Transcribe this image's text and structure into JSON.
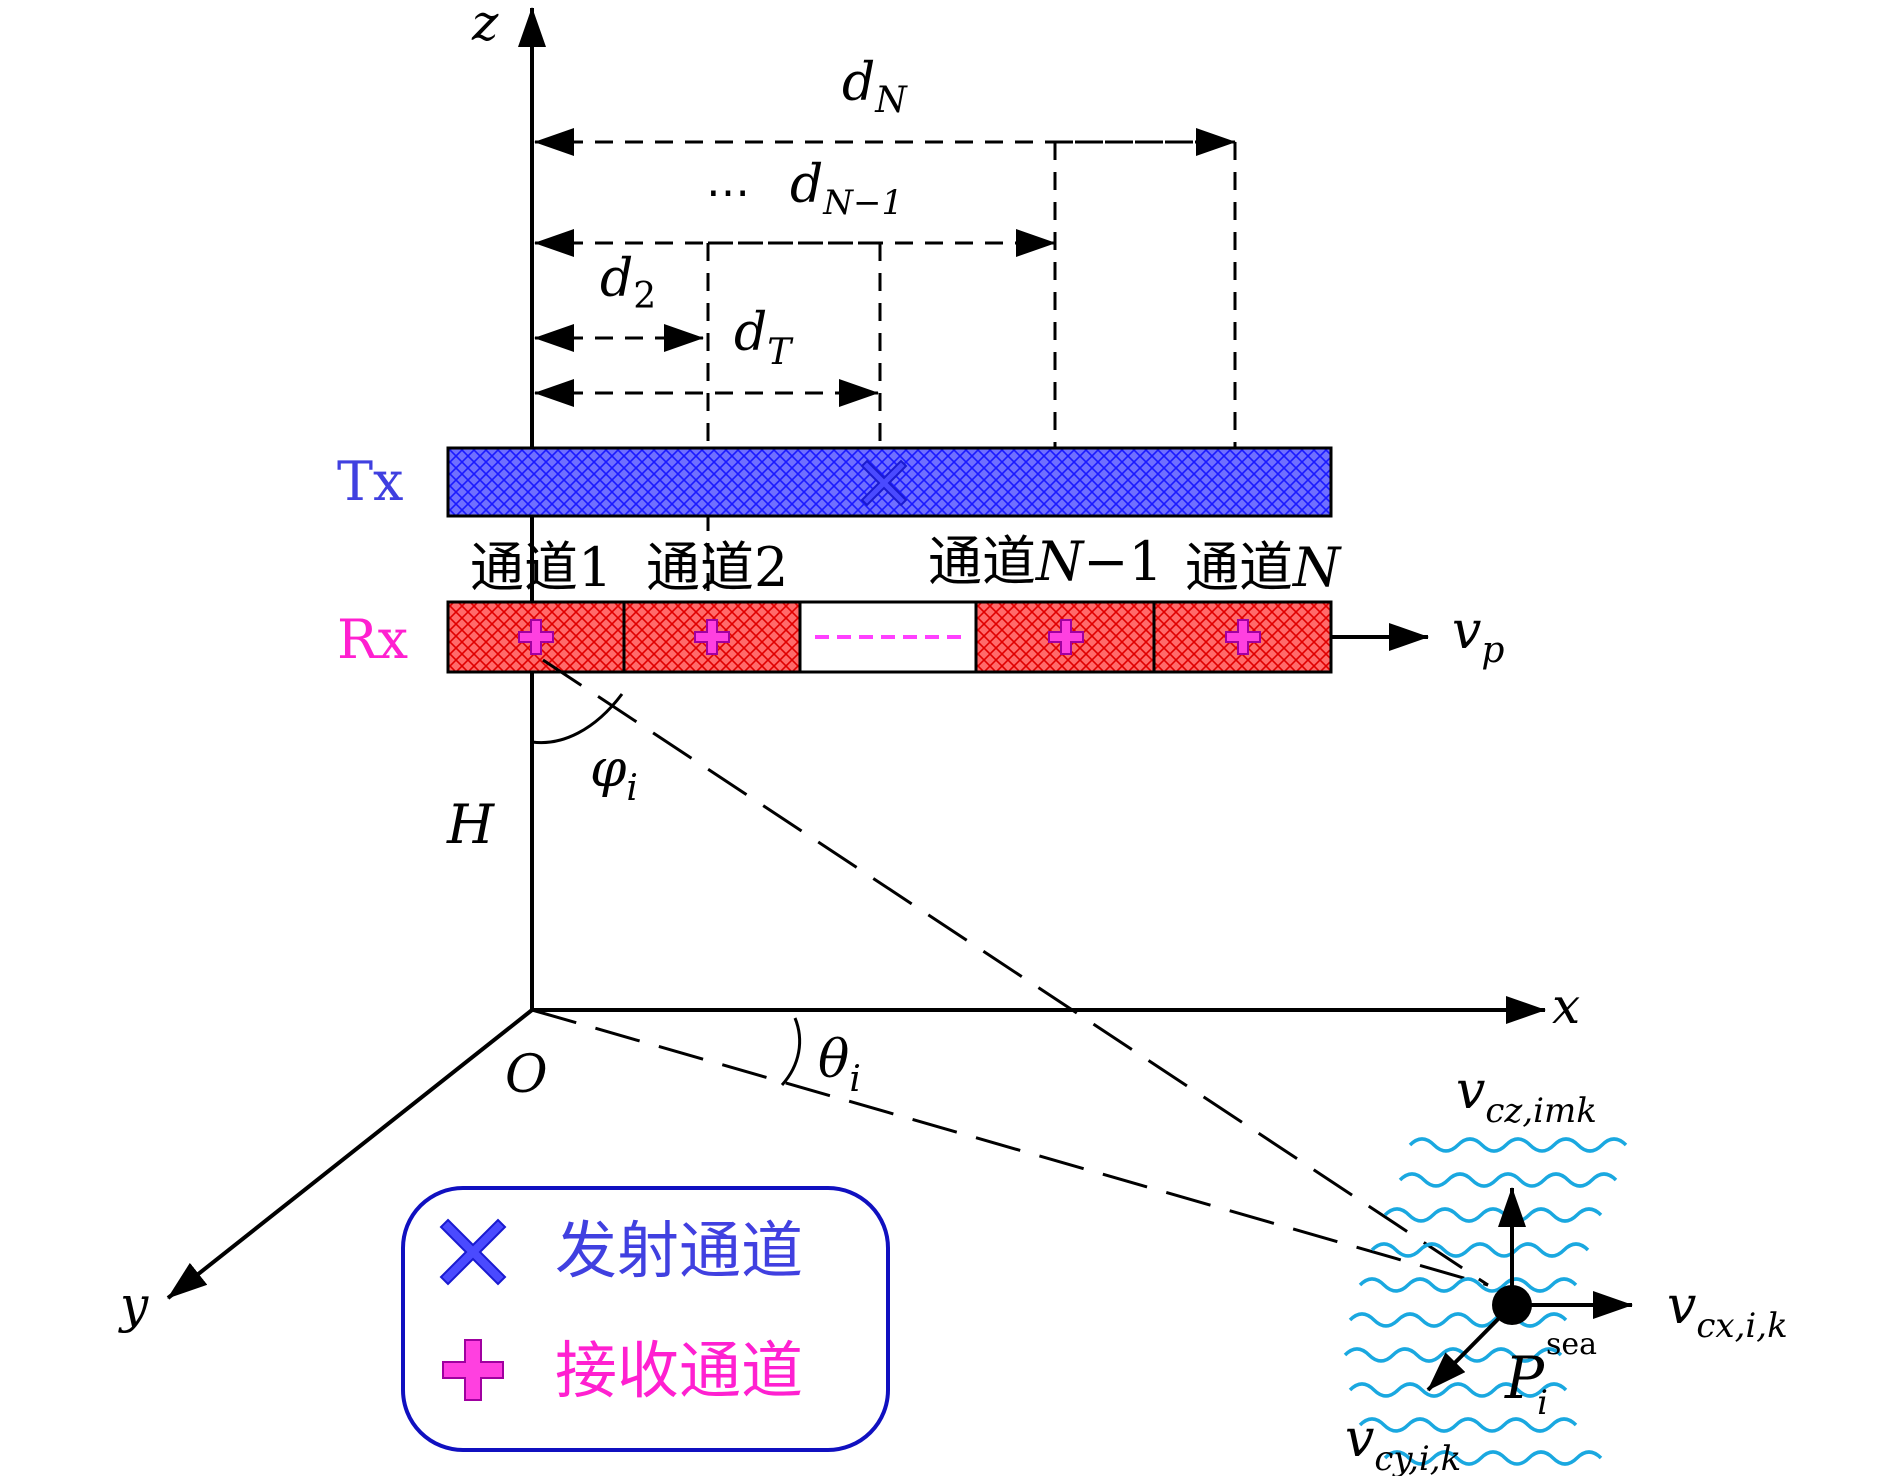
{
  "axes": {
    "z": "z",
    "x": "x",
    "y": "y",
    "origin": "O"
  },
  "labels": {
    "dN_base": "d",
    "dN_sub": "N",
    "dN1_ellipsis": "⋯",
    "dN1_base": "d",
    "dN1_sub": "N−1",
    "d2_base": "d",
    "d2_sub": "2",
    "dT_base": "d",
    "dT_sub": "T",
    "tx": "Tx",
    "rx": "Rx",
    "vp_base": "v",
    "vp_sub": "p",
    "phi_base": "φ",
    "phi_sub": "i",
    "H": "H",
    "theta_base": "θ",
    "theta_sub": "i",
    "vcz_base": "v",
    "vcz_sub": "cz,imk",
    "vcx_base": "v",
    "vcx_sub": "cx,i,k",
    "vcy_base": "v",
    "vcy_sub": "cy,i,k",
    "P_base": "P",
    "P_sup": "sea",
    "P_sub": "i"
  },
  "channels": {
    "ch1": {
      "cjk": "通道",
      "num": "1"
    },
    "ch2": {
      "cjk": "通道",
      "num": "2"
    },
    "chN1": {
      "cjk": "通道",
      "num": "N",
      "suffix": "−1"
    },
    "chN": {
      "cjk": "通道",
      "num": "N"
    }
  },
  "legend": {
    "tx_label": "发射通道",
    "rx_label": "接收通道"
  },
  "colors": {
    "tx_fill": "#3a3aff",
    "rx_fill": "#ff2020",
    "tx_text": "#4040e0",
    "rx_text": "#ff20d0",
    "wave": "#1aa8e0",
    "legend_border": "#1010c0"
  }
}
